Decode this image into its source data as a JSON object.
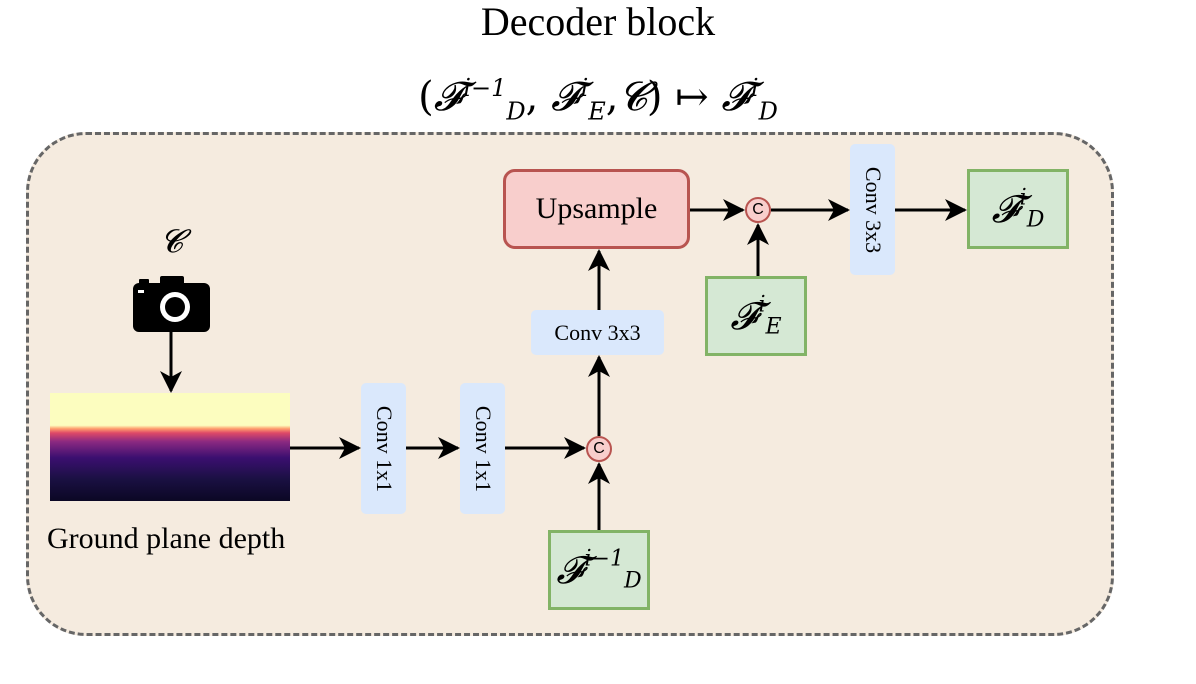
{
  "title": "Decoder block",
  "formula": {
    "lhs_open": "(",
    "f1_base": "𝓕",
    "f1_sup": "i−1",
    "f1_sub": "D",
    "comma1": ", ",
    "f2_base": "𝓕",
    "f2_sup": "i",
    "f2_sub": "E",
    "comma2": ",",
    "c": "𝓒",
    "lhs_close": ")",
    "maps_to": " ↦ ",
    "f3_base": "𝓕",
    "f3_sup": "i",
    "f3_sub": "D"
  },
  "camera": {
    "label": "𝓒",
    "icon": "camera-icon"
  },
  "depth": {
    "label": "Ground plane depth"
  },
  "blocks": {
    "conv1x1_a": "Conv 1x1",
    "conv1x1_b": "Conv 1x1",
    "conv3x3_a": "Conv 3x3",
    "upsample": "Upsample",
    "conv3x3_b": "Conv 3x3"
  },
  "concat_label": "C",
  "features": {
    "fd_prev": {
      "base": "𝓕",
      "sup": "i−1",
      "sub": "D"
    },
    "fe": {
      "base": "𝓕",
      "sup": "i",
      "sub": "E"
    },
    "fd_out": {
      "base": "𝓕",
      "sup": "i",
      "sub": "D"
    }
  },
  "colors": {
    "frame_fill": "#f5ebdf",
    "conv_fill": "#dae8fc",
    "upsample_fill": "#f8cecc",
    "upsample_border": "#b85450",
    "feature_fill": "#d5e8d4",
    "feature_border": "#82b366"
  }
}
